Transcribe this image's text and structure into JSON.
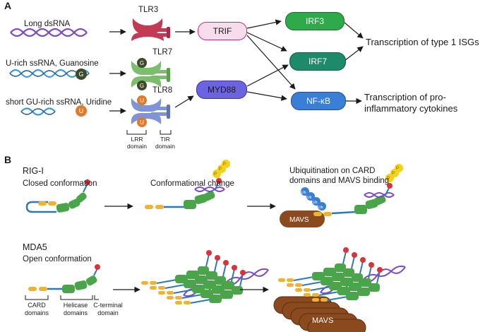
{
  "panel_a": {
    "label": "A",
    "ligands": {
      "long_dsrna": "Long dsRNA",
      "u_rich": "U-rich ssRNA, Guanosine",
      "gu_rich": "short GU-rich ssRNA, Uridine"
    },
    "receptors": {
      "tlr3": "TLR3",
      "tlr7": "TLR7",
      "tlr8": "TLR8"
    },
    "badges": {
      "g": "G",
      "u": "U"
    },
    "domains": {
      "lrr_l1": "LRR",
      "lrr_l2": "domain",
      "tir_l1": "TIR",
      "tir_l2": "domain"
    },
    "adaptors": {
      "trif": "TRIF",
      "myd88": "MYD88"
    },
    "factors": {
      "irf3": "IRF3",
      "irf7": "IRF7",
      "nfkb": "NF-κB"
    },
    "outcomes": {
      "isg": "Transcription of type 1 ISGs",
      "cyto_l1": "Transcription of pro-",
      "cyto_l2": "inflammatory cytokines"
    },
    "colors": {
      "trif_fill": "#f7dcec",
      "trif_stroke": "#c0307a",
      "myd88_fill": "#6b63e0",
      "irf_fill": "#2faa4a",
      "irf7_fill": "#1f8a6a",
      "nfkb_fill": "#3a7fd5",
      "tlr3": "#c33a55",
      "tlr7": "#7dbd6e",
      "tlr8": "#7f93d6"
    }
  },
  "panel_b": {
    "label": "B",
    "rigi_title": "RIG-I",
    "rigi_sub": "Closed conformation",
    "conf_change": "Conformational change",
    "ubiq_l1": "Ubiquitination on CARD",
    "ubiq_l2": "domains and MAVS binding",
    "mda5_title": "MDA5",
    "mda5_sub": "Open conformation",
    "card_l1": "CARD",
    "card_l2": "domains",
    "helicase_l1": "Helicase",
    "helicase_l2": "domains",
    "cterm_l1": "C-terminal",
    "cterm_l2": "domain",
    "mavs": "MAVS",
    "phospho": "P",
    "ub": "Ub",
    "colors": {
      "card": "#f0b233",
      "helicase": "#4aa54a",
      "linker": "#2f78b8",
      "cterm": "#d8323a",
      "mavs": "#8a4a1e",
      "rna": "#7c4cc2",
      "rna2": "#3a9ad6",
      "phospho": "#f3d21a",
      "ub": "#3c7fd0"
    }
  }
}
